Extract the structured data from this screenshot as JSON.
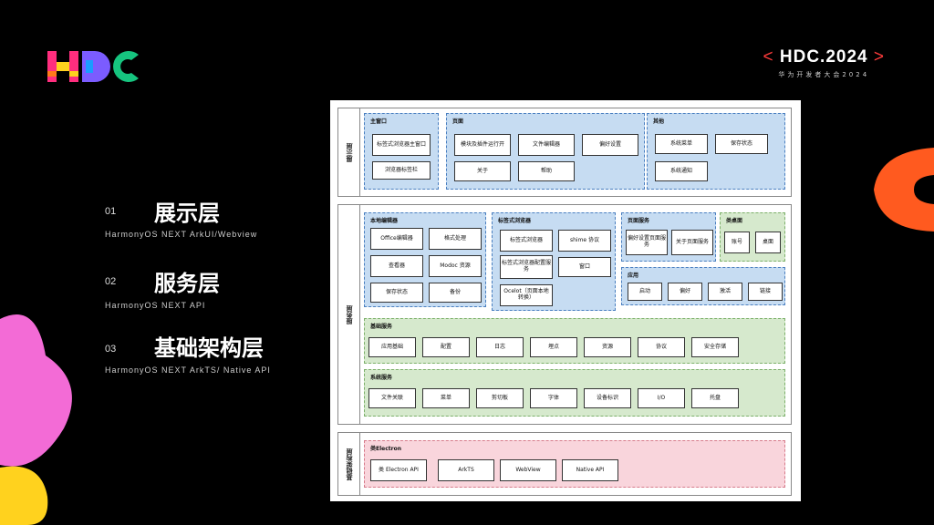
{
  "brand": {
    "logo_text": "HDC",
    "conference": {
      "prefix": "<",
      "title": "HDC.2024",
      "suffix": ">",
      "subtitle": "华为开发者大会2024"
    }
  },
  "layers_list": [
    {
      "num": "01",
      "name": "展示层",
      "desc": "HarmonyOS NEXT ArkUI/Webview"
    },
    {
      "num": "02",
      "name": "服务层",
      "desc": "HarmonyOS NEXT API"
    },
    {
      "num": "03",
      "name": "基础架构层",
      "desc": "HarmonyOS NEXT ArkTS/ Native API"
    }
  ],
  "diagram": {
    "presentation": {
      "label": "展示层",
      "main_window": {
        "title": "主窗口",
        "items": [
          "标签式浏览器主窗口",
          "浏览器标签栏"
        ]
      },
      "pages": {
        "title": "页面",
        "items": [
          "模块及插件运行开",
          "文件编辑器",
          "偏好设置",
          "关于",
          "帮助"
        ]
      },
      "other": {
        "title": "其他",
        "items": [
          "系统菜单",
          "保存状态",
          "系统通知"
        ]
      }
    },
    "service": {
      "label": "服务层",
      "local_editor": {
        "title": "本地编辑器",
        "items": [
          "Office编辑器",
          "格式处理",
          "查看器",
          "Modoc 资源",
          "保存状态",
          "备份"
        ]
      },
      "tab_browser": {
        "title": "标签式浏览器",
        "items": [
          "标签式浏览器",
          "shime 协议",
          "标签式浏览器配置服务",
          "窗口",
          "Ocelot（页面本地转换）"
        ]
      },
      "page_service": {
        "title": "页面服务",
        "items": [
          "偏好设置页面服务",
          "关于页面服务"
        ]
      },
      "desktop": {
        "title": "类桌面",
        "items": [
          "账号",
          "桌面"
        ]
      },
      "app": {
        "title": "应用",
        "items": [
          "启动",
          "偏好",
          "激活",
          "链接"
        ]
      },
      "base_service": {
        "title": "基础服务",
        "items": [
          "应用基础",
          "配置",
          "日志",
          "埋点",
          "资源",
          "协议",
          "安全存储"
        ]
      },
      "system_service": {
        "title": "系统服务",
        "items": [
          "文件关联",
          "菜单",
          "剪切板",
          "字体",
          "设备标识",
          "I/O",
          "托盘"
        ]
      }
    },
    "infra": {
      "label": "基础架构层",
      "electron": {
        "title": "类Electron",
        "items": [
          "类 Electron API",
          "ArkTS",
          "WebView",
          "Native API"
        ]
      }
    }
  }
}
